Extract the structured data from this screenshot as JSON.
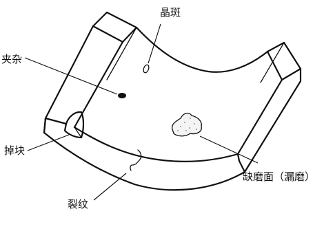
{
  "labels": {
    "crystal_spot": "晶斑",
    "inclusion": "夹杂",
    "chipping": "掉块",
    "wear": "缺磨面（漏磨）",
    "crack": "裂纹"
  }
}
